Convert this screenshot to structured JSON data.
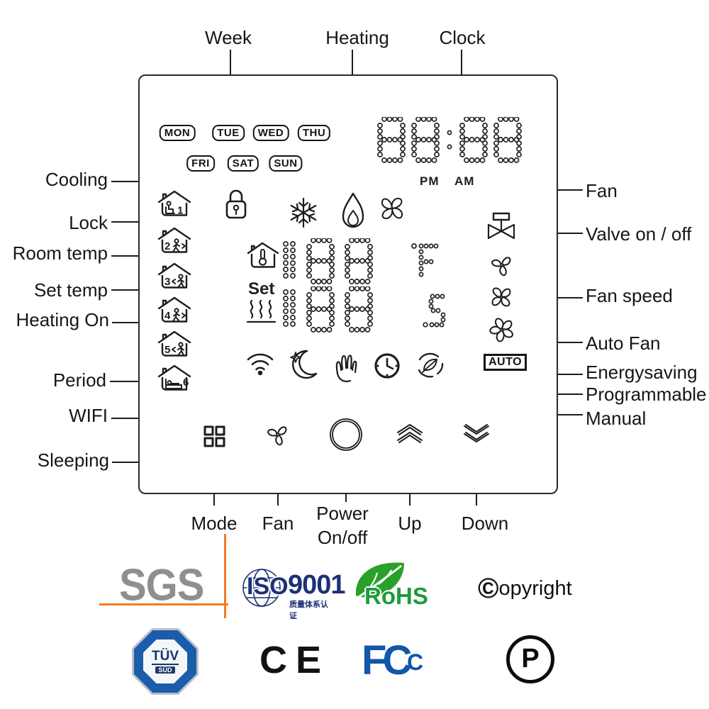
{
  "callouts": {
    "top": [
      {
        "label": "Week"
      },
      {
        "label": "Heating"
      },
      {
        "label": "Clock"
      }
    ],
    "left": [
      {
        "label": "Cooling"
      },
      {
        "label": "Lock"
      },
      {
        "label": "Room temp"
      },
      {
        "label": "Set temp"
      },
      {
        "label": "Heating On"
      },
      {
        "label": "Period"
      },
      {
        "label": "WIFI"
      },
      {
        "label": "Sleeping"
      }
    ],
    "right": [
      {
        "label": "Fan"
      },
      {
        "label": "Valve on / off"
      },
      {
        "label": "Fan speed"
      },
      {
        "label": "Auto Fan"
      },
      {
        "label": "Energysaving"
      },
      {
        "label": "Programmable"
      },
      {
        "label": "Manual"
      }
    ],
    "bottom": [
      {
        "label": "Mode"
      },
      {
        "label": "Fan"
      },
      {
        "line1": "Power",
        "line2": "On/off"
      },
      {
        "label": "Up"
      },
      {
        "label": "Down"
      }
    ]
  },
  "device": {
    "days": [
      "MON",
      "TUE",
      "WED",
      "THU",
      "FRI",
      "SAT",
      "SUN"
    ],
    "clock": {
      "display": "88:88",
      "pm": "PM",
      "am": "AM"
    },
    "temp": {
      "row1": "188",
      "row1_unit": "F",
      "row2": "188",
      "row2_unit": "5"
    },
    "set_label": "Set",
    "auto_label": "AUTO",
    "house_numbers": [
      "1",
      "2",
      "3",
      "4",
      "5",
      "6"
    ],
    "icons": [
      "house-period-1",
      "lock",
      "house-period-2",
      "house-period-3",
      "house-period-4",
      "house-period-5",
      "house-period-6",
      "snowflake-cooling",
      "flame-heating",
      "fan",
      "room-temp-house",
      "heating-on-waves",
      "wifi",
      "moon-sleeping",
      "hand-manual",
      "clock-programmable",
      "leaf-energysaving",
      "valve",
      "fan-speed-low",
      "fan-speed-mid",
      "fan-speed-high",
      "mode-grid",
      "fan-button",
      "power-circle",
      "up-chevrons",
      "down-chevrons"
    ]
  },
  "logos": {
    "sgs": {
      "text": "SGS",
      "color": "#8d9091",
      "accent": "#f47b20"
    },
    "iso": {
      "iso": "ISO",
      "num": "9001",
      "cn": "质量体系认证",
      "color": "#1d3176"
    },
    "rohs": {
      "text": "RoHS",
      "color": "#1f9b3c"
    },
    "copyright": {
      "c": "©",
      "rest": "opyright"
    },
    "tuv": {
      "top": "TÜV",
      "bottom": "SÜD",
      "blue": "#1b5cab"
    },
    "ce": {
      "text": "CE"
    },
    "fcc": {
      "f": "F",
      "c": "C",
      "c2": "C",
      "color": "#1156a8"
    },
    "p": {
      "text": "P"
    }
  },
  "colors": {
    "ink": "#1d1d1d",
    "background": "#ffffff"
  }
}
